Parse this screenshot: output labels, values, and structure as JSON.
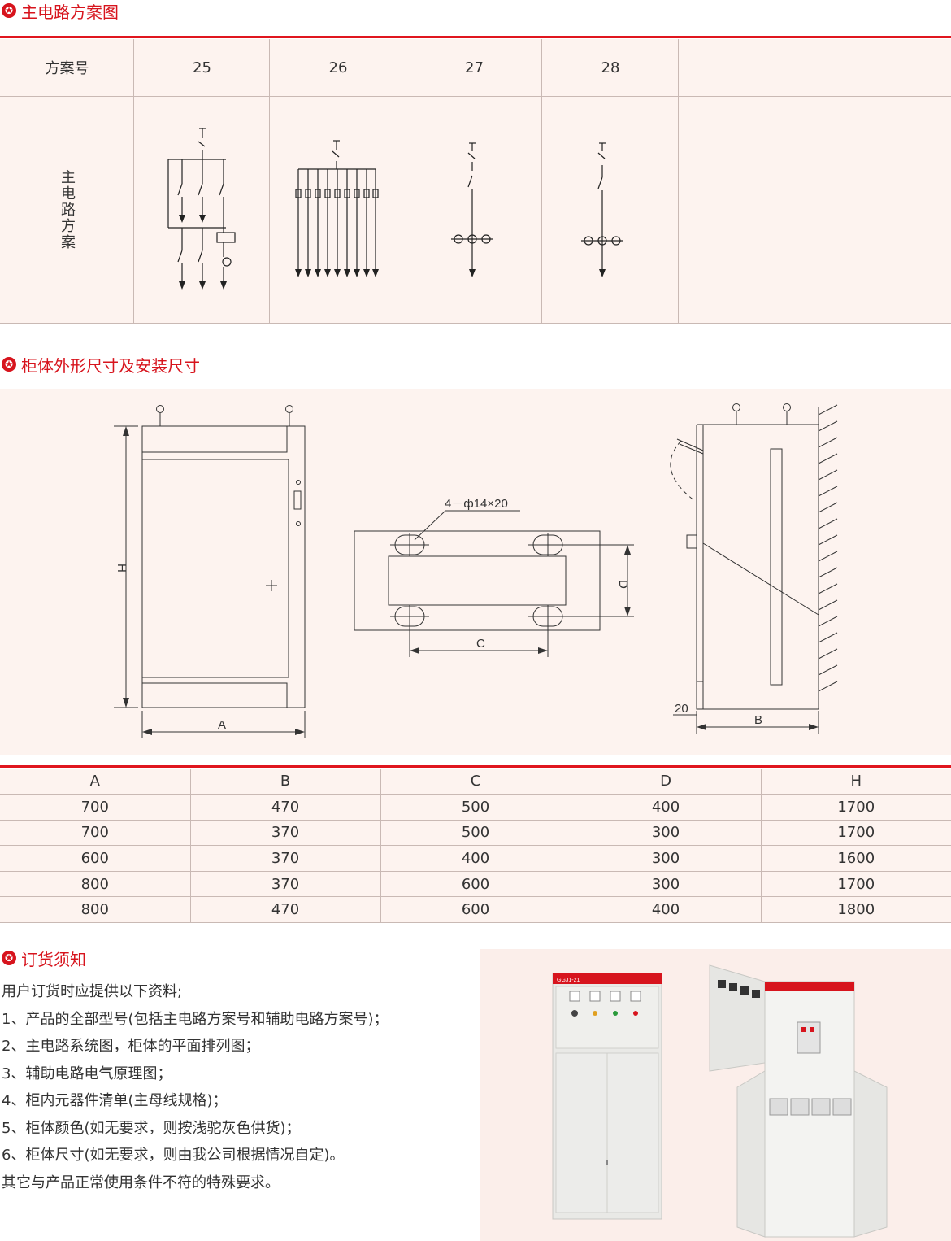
{
  "section1": {
    "title": "主电路方案图"
  },
  "scheme_table": {
    "header_label": "方案号",
    "columns": [
      "25",
      "26",
      "27",
      "28",
      "",
      ""
    ],
    "row_label": "主电路方案"
  },
  "section2": {
    "title": "柜体外形尺寸及安装尺寸"
  },
  "drawing": {
    "label_H": "H",
    "label_A": "A",
    "label_hole": "4－ф14×20",
    "label_C": "C",
    "label_D": "D",
    "label_20": "20",
    "label_B": "B"
  },
  "dims_table": {
    "headers": [
      "A",
      "B",
      "C",
      "D",
      "H"
    ],
    "rows": [
      [
        "700",
        "470",
        "500",
        "400",
        "1700"
      ],
      [
        "700",
        "370",
        "500",
        "300",
        "1700"
      ],
      [
        "600",
        "370",
        "400",
        "300",
        "1600"
      ],
      [
        "800",
        "370",
        "600",
        "300",
        "1700"
      ],
      [
        "800",
        "470",
        "600",
        "400",
        "1800"
      ]
    ]
  },
  "section3": {
    "title": "订货须知"
  },
  "notes": [
    "用户订货时应提供以下资料;",
    "1、产品的全部型号(包括主电路方案号和辅助电路方案号)；",
    "2、主电路系统图，柜体的平面排列图；",
    "3、辅助电路电气原理图；",
    "4、柜内元器件清单(主母线规格)；",
    "5、柜体颜色(如无要求，则按浅驼灰色供货)；",
    "6、柜体尺寸(如无要求，则由我公司根据情况自定)。",
    "其它与产品正常使用条件不符的特殊要求。"
  ],
  "photo": {
    "panel_label": "GGJ1-21"
  },
  "colors": {
    "accent": "#d7141d",
    "table_bg": "#fdf3ef",
    "grid": "#c9b9b4"
  },
  "icons": {
    "section_bullet": "star-badge-icon"
  }
}
